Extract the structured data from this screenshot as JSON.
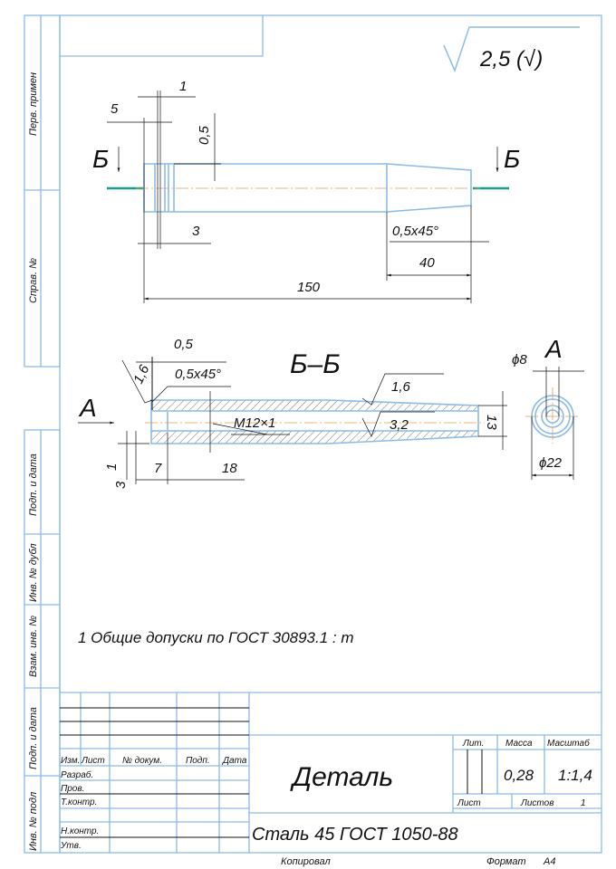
{
  "roughness_general": "2,5 (√)",
  "side_strip": [
    "Перв. примен",
    "Справ. №",
    "Подп. и дата",
    "Инв. № дубл",
    "Взам. инв. №",
    "Подп. и дата",
    "Инв. № подл"
  ],
  "view_top": {
    "section_mark": "Б",
    "dims": {
      "d1": "1",
      "d5": "5",
      "d05": "0,5",
      "d3": "3",
      "chamfer": "0,5x45°",
      "d40": "40",
      "d150": "150"
    }
  },
  "section": {
    "title": "Б–Б",
    "view_mark": "А",
    "dims": {
      "d05": "0,5",
      "r16": "1,6",
      "chamfer": "0,5x45°",
      "thread": "M12×1",
      "d1": "1",
      "d3": "3",
      "d7": "7",
      "d18": "18",
      "d13": "13",
      "rough_outer": "1,6",
      "rough_inner": "3,2"
    }
  },
  "view_a": {
    "title": "А",
    "d8": "ϕ8",
    "d22": "ϕ22"
  },
  "note": "1 Общие допуски по ГОСТ 30893.1 : m",
  "title_block": {
    "headers": [
      "Изм.",
      "Лист",
      "№ докум.",
      "Подп.",
      "Дата"
    ],
    "roles": [
      "Разраб.",
      "Пров.",
      "Т.контр.",
      "Н.контр.",
      "Утв."
    ],
    "name": "Деталь",
    "material": "Сталь 45  ГОСТ 1050-88",
    "lit_label": "Лит.",
    "mass_label": "Масса",
    "scale_label": "Масштаб",
    "mass": "0,28",
    "scale": "1:1,4",
    "sheet_label": "Лист",
    "sheets_label": "Листов",
    "sheets": "1"
  },
  "footer": {
    "copied": "Копировал",
    "format_label": "Формат",
    "format": "А4"
  }
}
